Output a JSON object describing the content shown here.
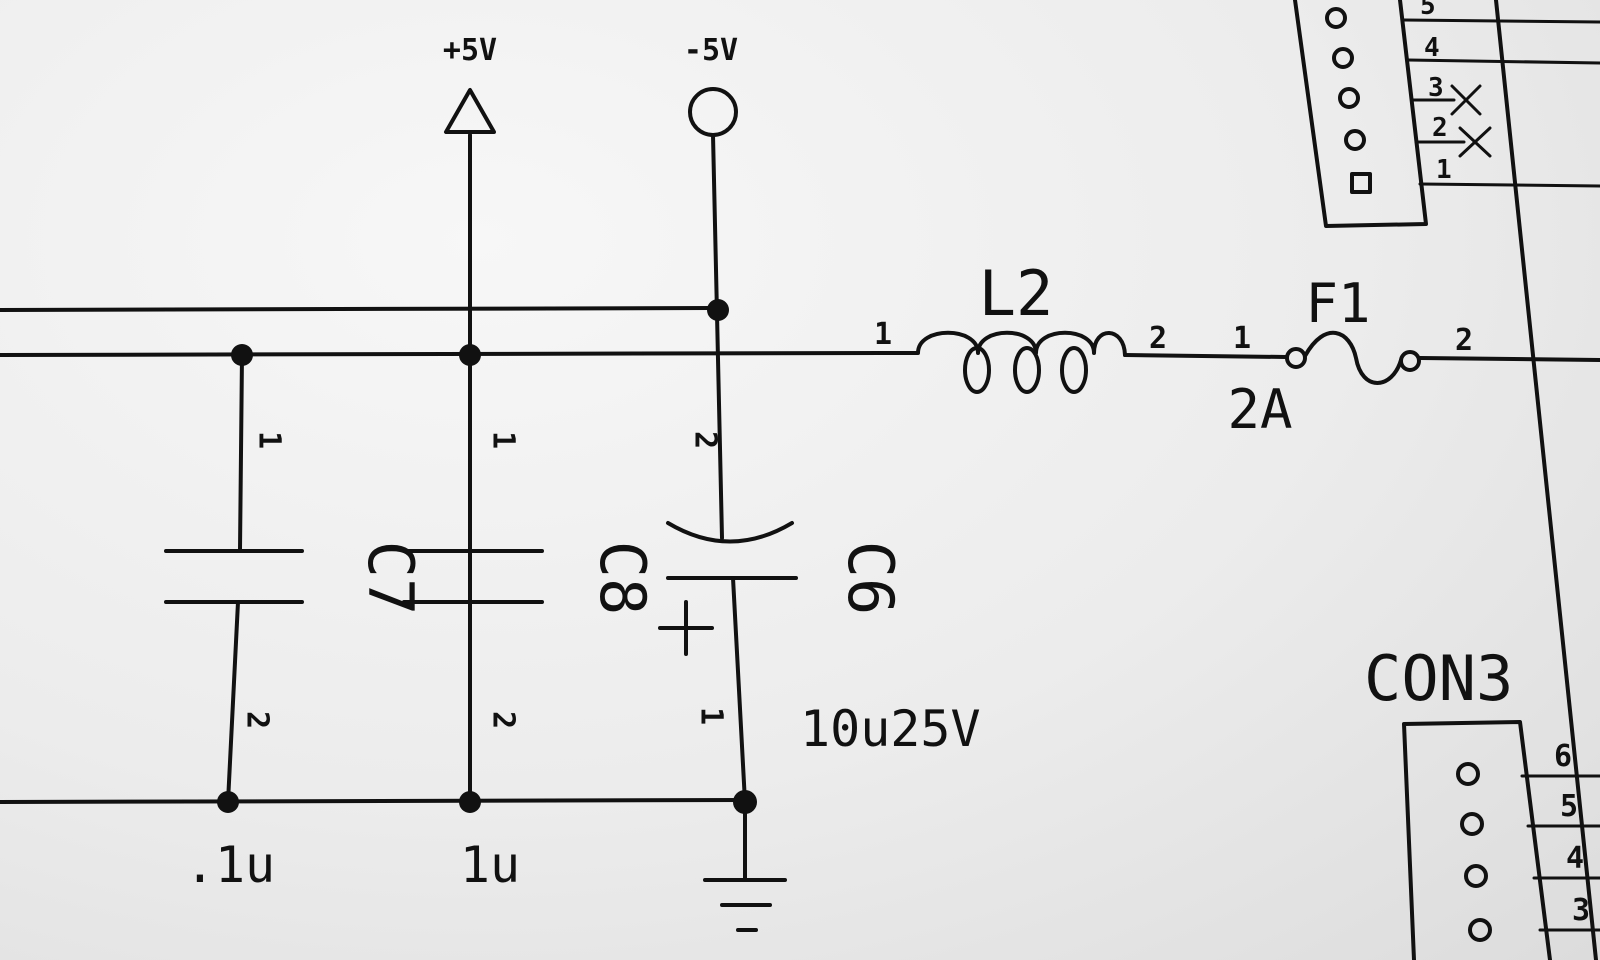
{
  "power": {
    "vplus": "+5V",
    "vminus": "-5V"
  },
  "components": {
    "c7": {
      "ref": "C7",
      "value": ".1u",
      "pin_top": "1",
      "pin_bottom": "2"
    },
    "c8": {
      "ref": "C8",
      "value": "1u",
      "pin_top": "1",
      "pin_bottom": "2"
    },
    "c6": {
      "ref": "C6",
      "value": "10u25V",
      "pin_top": "2",
      "pin_bottom": "1"
    },
    "l2": {
      "ref": "L2",
      "pin_left": "1",
      "pin_right": "2"
    },
    "f1": {
      "ref": "F1",
      "rating": "2A",
      "pin_left": "1",
      "pin_right": "2"
    }
  },
  "connector_top": {
    "pins": [
      "5",
      "4",
      "3",
      "2",
      "1"
    ]
  },
  "con3": {
    "ref": "CON3",
    "pins": [
      "6",
      "5",
      "4",
      "3"
    ]
  }
}
